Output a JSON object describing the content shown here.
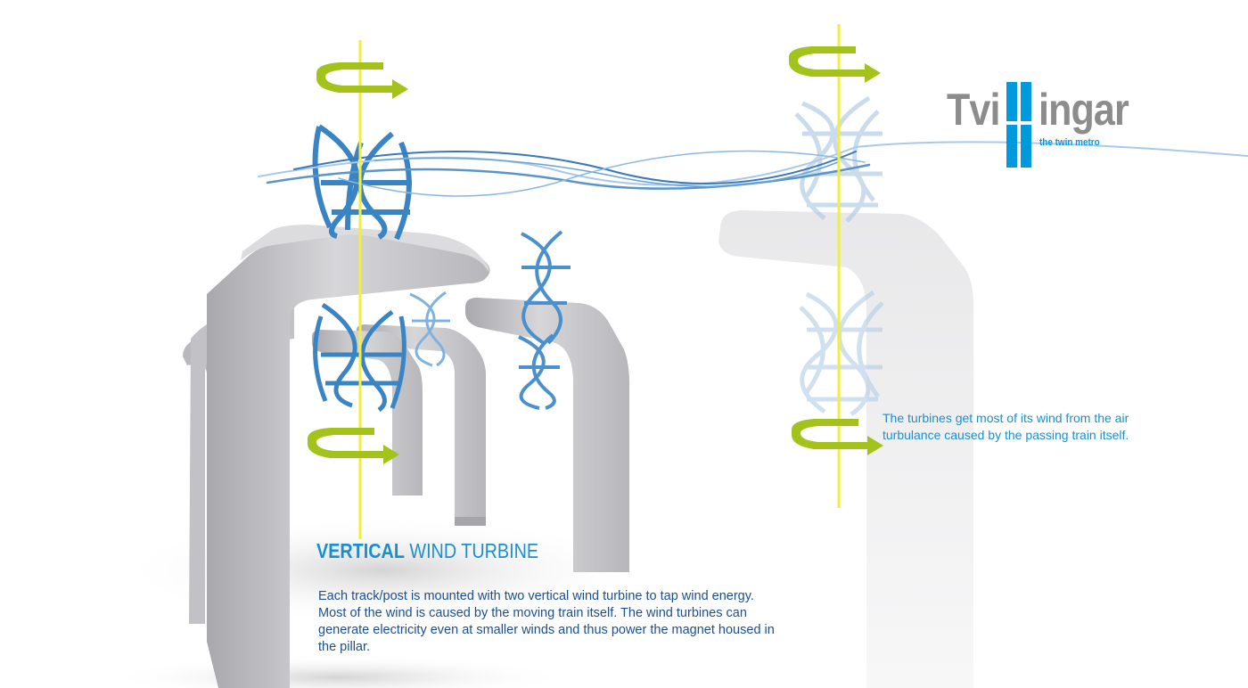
{
  "logo": {
    "prefix": "Tvi",
    "suffix": "ingar",
    "tagline": "the twin metro"
  },
  "headline": {
    "bold": "VERTICAL",
    "rest": "WIND TURBINE"
  },
  "description": "Each track/post is mounted with two vertical wind turbine to tap wind energy. Most of the wind is caused by the moving train itself. The wind turbines can generate electricity even at smaller winds and thus power the magnet housed in the pillar.",
  "side_note": "The turbines get most of its wind from the air turbulance caused by the passing train itself.",
  "colors": {
    "brand_blue": "#0099dd",
    "text_blue": "#1d4f8e",
    "pillar_grey": "#c8c8cc",
    "axis_yellow": "#f2ee3a",
    "arrow_green": "#a4c21c",
    "turbine_blue": "#3b83c2"
  }
}
